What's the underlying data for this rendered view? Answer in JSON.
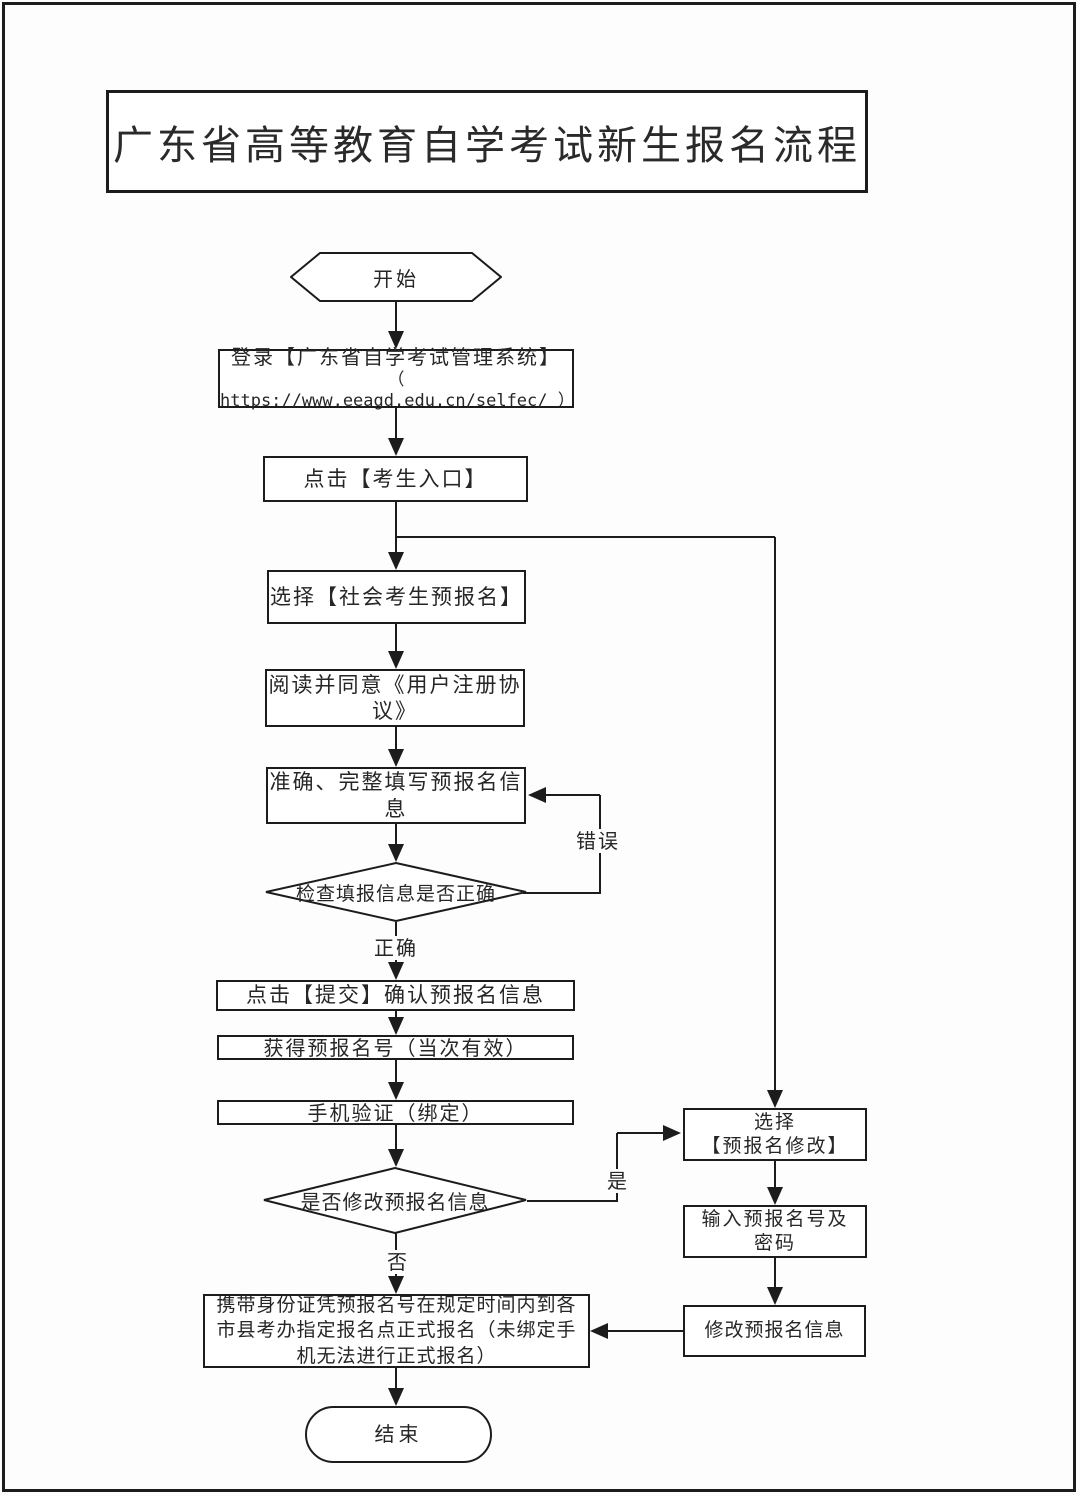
{
  "title": "广东省高等教育自学考试新生报名流程",
  "flow": {
    "start": "开始",
    "login": {
      "line1": "登录【广东省自学考试管理系统】",
      "line2": "（ https://www.eeagd.edu.cn/selfec/ ）"
    },
    "candidate_entry": "点击【考生入口】",
    "choose_social_prereg": "选择【社会考生预报名】",
    "agree_protocol": "阅读并同意《用户注册协议》",
    "fill_info": "准确、完整填写预报名信息",
    "check_info": "检查填报信息是否正确",
    "submit_confirm": "点击【提交】确认预报名信息",
    "get_prereg_number": "获得预报名号（当次有效）",
    "phone_verify": "手机验证（绑定）",
    "modify_question": "是否修改预报名信息",
    "choose_modify": {
      "line1": "选择",
      "line2": "【预报名修改】"
    },
    "input_number_password": {
      "line1": "输入预报名号及",
      "line2": "密码"
    },
    "modify_info": "修改预报名信息",
    "formal_register": "携带身份证凭预报名号在规定时间内到各市县考办指定报名点正式报名（未绑定手机无法进行正式报名）",
    "end": "结束"
  },
  "labels": {
    "correct": "正确",
    "error": "错误",
    "yes": "是",
    "no": "否"
  },
  "colors": {
    "line": "#1c1c1c",
    "background": "#fdfdfd",
    "text": "#262626"
  }
}
